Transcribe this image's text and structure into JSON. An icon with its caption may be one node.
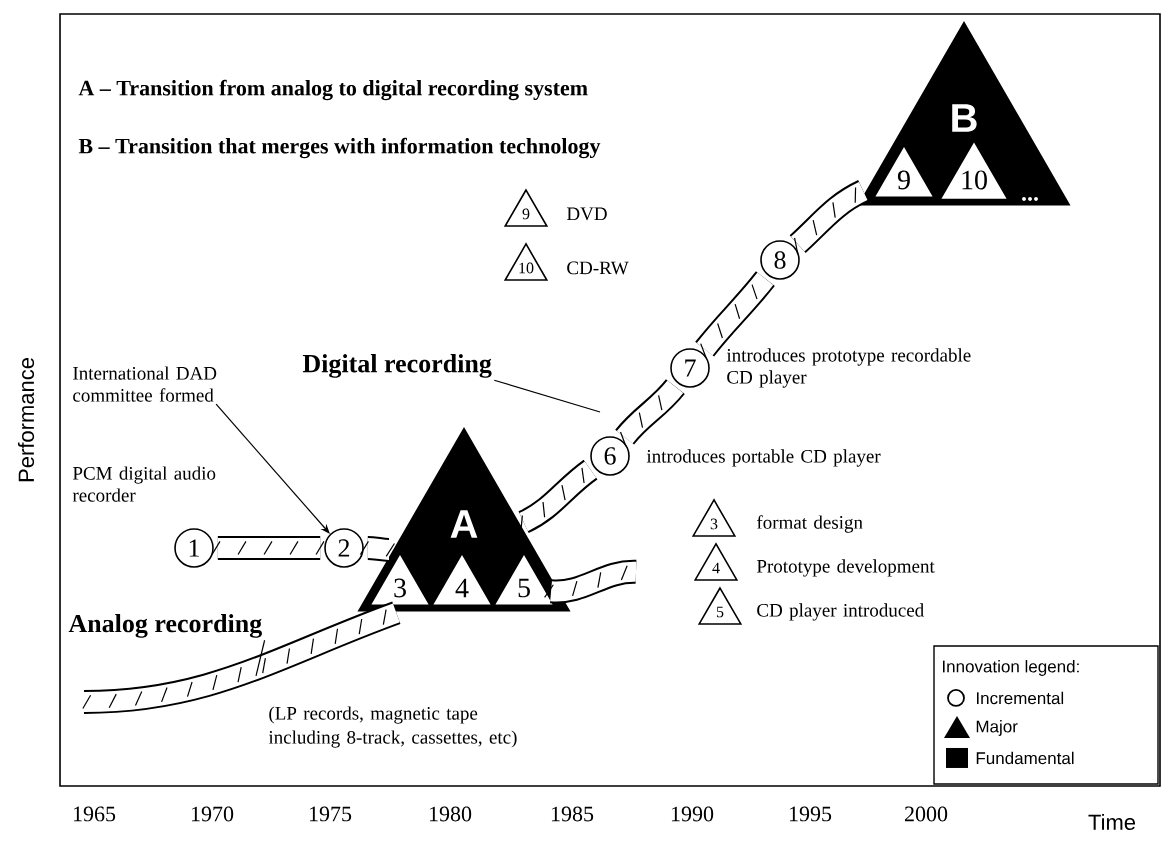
{
  "diagram": {
    "nodes": [
      {
        "text": [
          "A"
        ]
      },
      {
        "text": [
          "3"
        ],
        "in": 0
      },
      {
        "text": [
          "4"
        ],
        "in": 0
      },
      {
        "text": [
          "5"
        ],
        "in": 0
      },
      {
        "text": [
          "B",
          "..."
        ]
      },
      {
        "text": [
          "9"
        ],
        "in": 4
      },
      {
        "text": [
          "10"
        ],
        "in": 4
      },
      {
        "text": [
          "1"
        ],
        "beside": [
          "PCM digital audio recorder"
        ]
      },
      {
        "text": [
          "2"
        ]
      },
      {
        "text": [
          "6"
        ],
        "beside": [
          "introduces portable CD player"
        ]
      },
      {
        "text": [
          "7"
        ],
        "beside": [
          "introduces prototype recordable CD player"
        ]
      },
      {
        "text": [
          "8"
        ]
      },
      {
        "text": [
          "International DAD committee formed"
        ]
      },
      {
        "text": [
          "Digital recording"
        ]
      },
      {
        "text": [
          "Analog recording"
        ]
      },
      {
        "text": [
          "9"
        ],
        "beside": [
          "DVD"
        ]
      },
      {
        "text": [
          "10"
        ],
        "beside": [
          "CD-RW"
        ]
      },
      {
        "text": [
          "3"
        ],
        "beside": [
          "format design"
        ]
      },
      {
        "text": [
          "4"
        ],
        "beside": [
          "Prototype development"
        ]
      },
      {
        "text": [
          "5"
        ],
        "beside": [
          "CD player introduced"
        ]
      }
    ],
    "edges": [
      {
        "from": 7,
        "to": 8,
        "arrow": "none"
      },
      {
        "from": 8,
        "to": 0,
        "arrow": "none"
      },
      {
        "from": 0,
        "to": 9,
        "arrow": "none"
      },
      {
        "from": 9,
        "to": 10,
        "arrow": "none"
      },
      {
        "from": 10,
        "to": 11,
        "arrow": "none"
      },
      {
        "from": 11,
        "to": 4,
        "arrow": "none"
      },
      {
        "from": null,
        "to": 0,
        "arrow": "none"
      },
      {
        "from": 3,
        "to": null,
        "arrow": "none"
      },
      {
        "from": 12,
        "to": 8,
        "arrow": "to"
      },
      {
        "from": 13,
        "to": null,
        "arrow": "none"
      },
      {
        "from": 14,
        "to": null,
        "arrow": "none"
      }
    ],
    "labels": [
      "A – Transition from analog to digital recording system",
      "B – Transition that merges with information technology",
      "(LP records, magnetic tape including 8-track, cassettes, etc)",
      "Performance",
      "1965",
      "1970",
      "1975",
      "1980",
      "1985",
      "1990",
      "1995",
      "2000",
      "Time",
      "Innovation legend:"
    ],
    "legend": [
      {
        "text": "Incremental"
      },
      {
        "text": "Major"
      },
      {
        "text": "Fundamental"
      }
    ]
  }
}
